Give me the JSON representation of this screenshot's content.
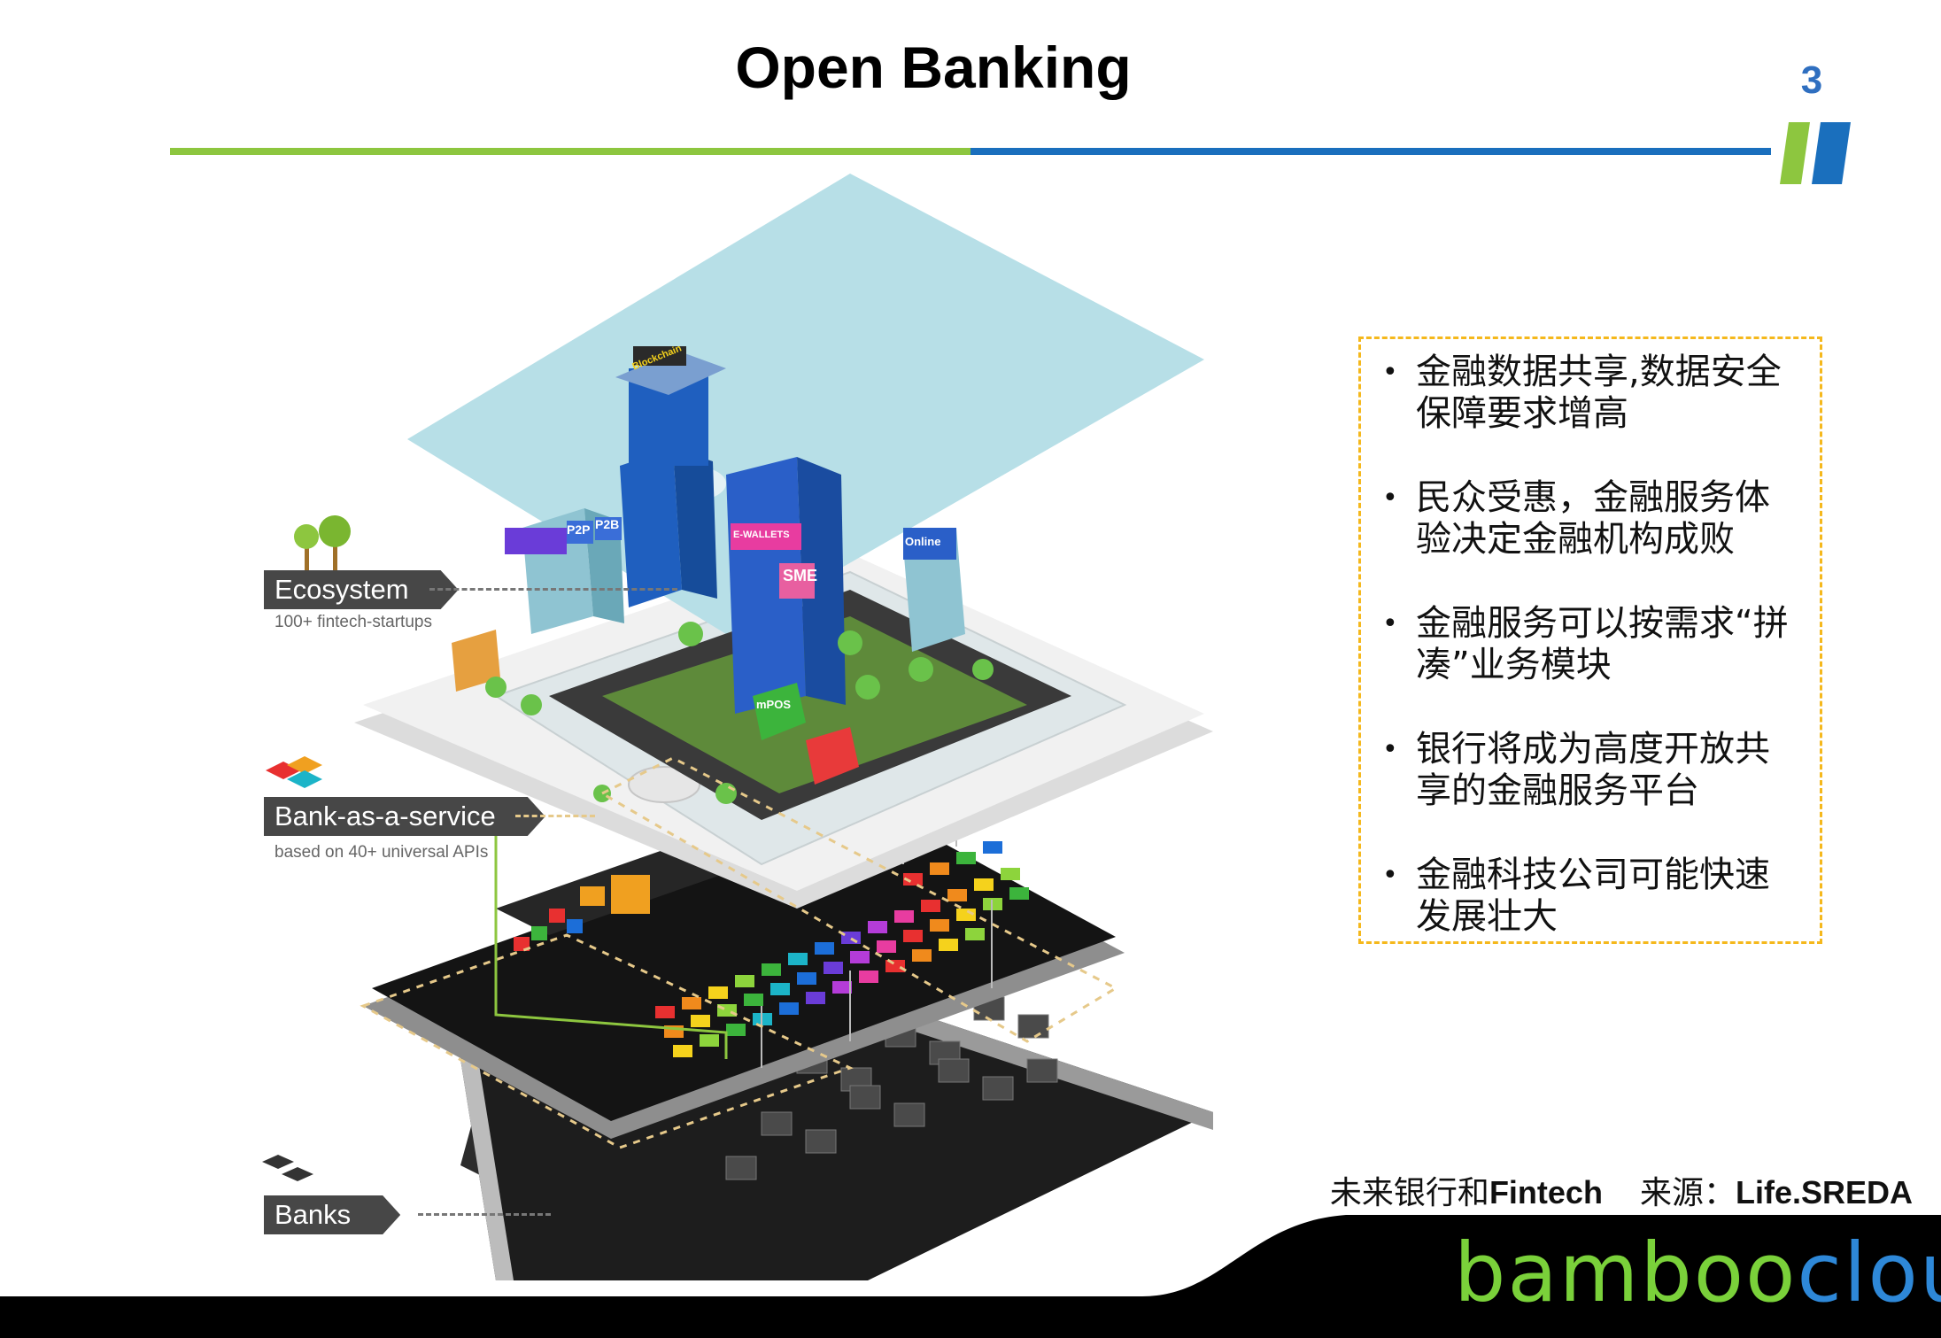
{
  "header": {
    "title": "Open Banking",
    "page_number": "3"
  },
  "layers": [
    {
      "label": "Ecosystem",
      "sub": "100+ fintech-startups"
    },
    {
      "label": "Bank-as-a-service",
      "sub": "based on 40+ universal APIs"
    },
    {
      "label": "Banks",
      "sub": ""
    }
  ],
  "signs": [
    "Blockchain",
    "P2P",
    "P2B",
    "Online",
    "E-WALLETS",
    "SME",
    "mPOS"
  ],
  "points": [
    "金融数据共享,数据安全保障要求增高",
    "民众受惠，金融服务体验决定金融机构成败",
    "金融服务可以按需求“拼凑”业务模块",
    "银行将成为高度开放共享的金融服务平台",
    "金融科技公司可能快速发展壮大"
  ],
  "source": {
    "book_prefix": "未来银行和",
    "book_bold": "Fintech",
    "source_label": "来源：",
    "source_name": "Life.SREDA"
  },
  "brand": {
    "part1": "bamboo",
    "part2": "cloud"
  },
  "colors": {
    "green": "#8dc63f",
    "blue": "#1a6fbd",
    "callout_border": "#f5b81c",
    "page_number": "#2f6fc0"
  }
}
